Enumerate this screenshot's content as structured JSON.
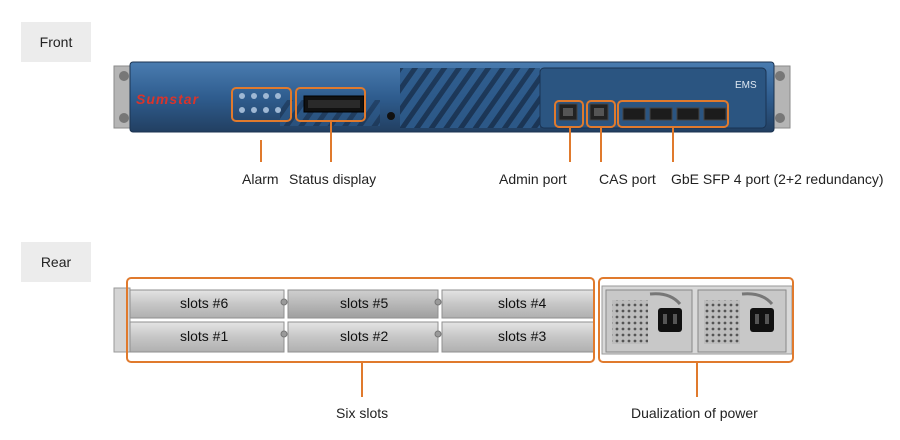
{
  "front_tag": "Front",
  "rear_tag": "Rear",
  "front_device": {
    "brand": "Sumstar",
    "model": "EMS",
    "callouts": {
      "alarm": "Alarm",
      "status_display": "Status display",
      "admin_port": "Admin port",
      "cas_port": "CAS port",
      "gbe_sfp": "GbE SFP 4 port (2+2 redundancy)"
    }
  },
  "rear_device": {
    "slots_top": [
      "slots #6",
      "slots #5",
      "slots #4"
    ],
    "slots_bottom": [
      "slots #1",
      "slots #2",
      "slots #3"
    ],
    "callouts": {
      "six_slots": "Six slots",
      "dual_power": "Dualization of power"
    }
  },
  "colors": {
    "callout": "#e07a2d",
    "chassis_front": "#2f5d8f",
    "chassis_rear": "#c9c9c9",
    "tag_bg": "#ececec"
  }
}
